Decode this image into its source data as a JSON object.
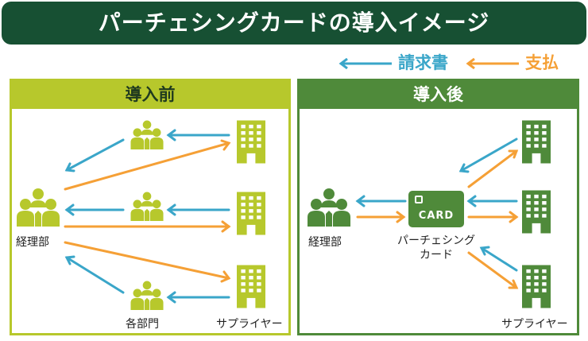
{
  "title": "パーチェシングカードの導入イメージ",
  "legend": {
    "billing": "請求書",
    "payment": "支払",
    "billing_color": "#3aa6c9",
    "payment_color": "#f5a036"
  },
  "before": {
    "heading": "導入前",
    "accounting_label": "経理部",
    "departments_label": "各部門",
    "suppliers_label": "サプライヤー",
    "accent_color": "#b7c82c"
  },
  "after": {
    "heading": "導入後",
    "accounting_label": "経理部",
    "card_text": "CARD",
    "card_label_line1": "パーチェシング",
    "card_label_line2": "カード",
    "suppliers_label": "サプライヤー",
    "accent_color": "#4f8a3a"
  },
  "icons": [
    "people-group-icon",
    "building-icon",
    "credit-card-icon",
    "arrow-icon"
  ]
}
